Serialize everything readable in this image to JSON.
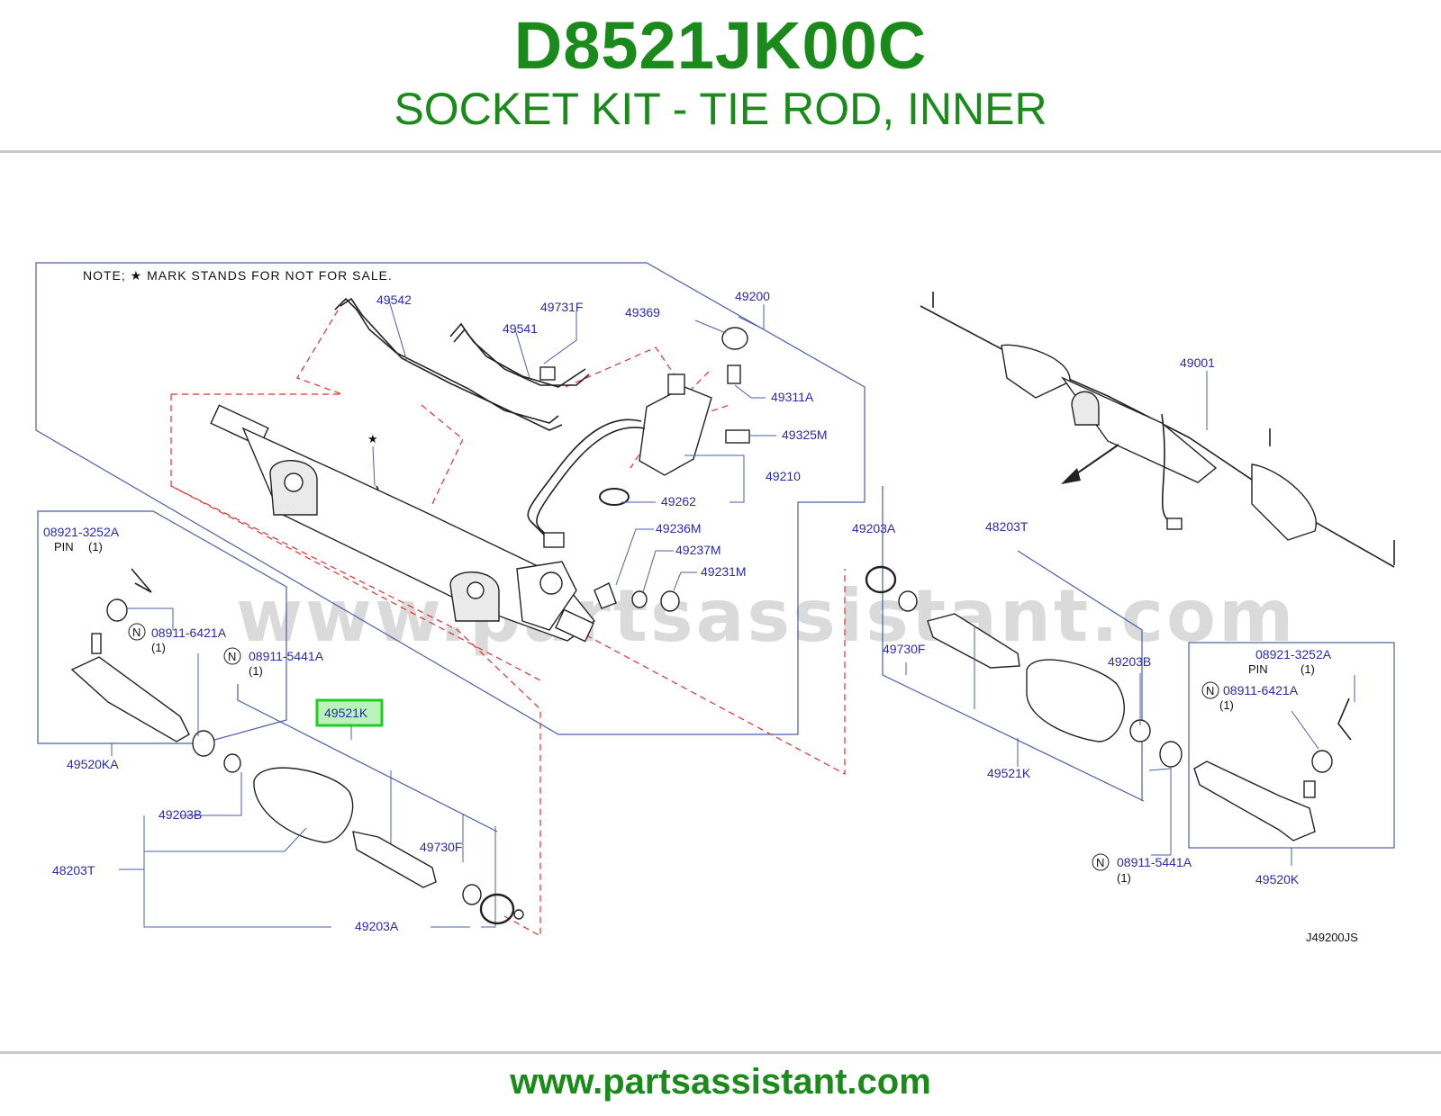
{
  "header": {
    "part_number": "D8521JK00C",
    "description": "SOCKET KIT - TIE ROD, INNER"
  },
  "diagram": {
    "note": "NOTE;  ★ MARK  STANDS  FOR  NOT  FOR  SALE.",
    "watermark": "www.partsassistant.com",
    "drawing_code": "J49200JS",
    "highlighted_label": "49521K",
    "star": "★",
    "labels": {
      "l49542": "49542",
      "l49731F": "49731F",
      "l49541": "49541",
      "l49369": "49369",
      "l49200": "49200",
      "l49311A": "49311A",
      "l49325M": "49325M",
      "l49210": "49210",
      "l49262": "49262",
      "l49236M": "49236M",
      "l49237M": "49237M",
      "l49231M": "49231M",
      "l49001": "49001",
      "l49203A_r": "49203A",
      "l48203T_r": "48203T",
      "l49730F_r": "49730F",
      "l49203B_r": "49203B",
      "l49521K_r": "49521K",
      "l08921_r": "08921-3252A",
      "pin_r": "PIN",
      "pin_r_qty": "(1)",
      "l08911_6421_r": "08911-6421A",
      "l08911_6421_r_qty": "(1)",
      "l08911_5441_r": "08911-5441A",
      "l08911_5441_r_qty": "(1)",
      "l49520K": "49520K",
      "l08921_l": "08921-3252A",
      "pin_l": "PIN",
      "pin_l_qty": "(1)",
      "l08911_6421_l": "08911-6421A",
      "l08911_6421_l_qty": "(1)",
      "l08911_5441_l": "08911-5441A",
      "l08911_5441_l_qty": "(1)",
      "l49520KA": "49520KA",
      "l49203B_l": "49203B",
      "l48203T_l": "48203T",
      "l49730F_l": "49730F",
      "l49203A_l": "49203A",
      "n_symbol": "N"
    }
  },
  "footer": {
    "url": "www.partsassistant.com"
  },
  "colors": {
    "brand_green": "#1a8a1a",
    "label_blue": "#2a2ab0",
    "frame_blue": "#4a5fa8",
    "dash_red": "#e03030",
    "highlight_box": "#22cc22",
    "highlight_fill": "#b9f3b9"
  }
}
